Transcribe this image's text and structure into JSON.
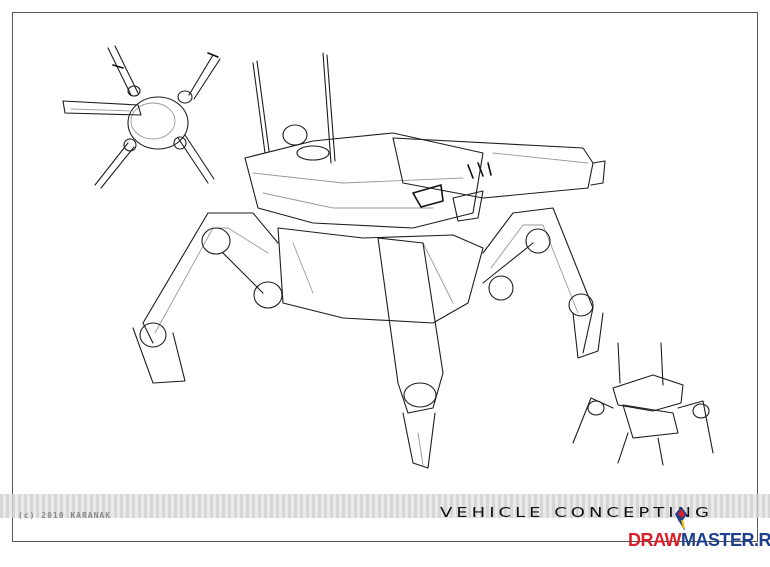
{
  "copyright": "(c) 2010 KARANAK",
  "title": "VEHICLE CONCEPTING",
  "brand": {
    "part1": "DRAW",
    "part2": "MASTER.RU"
  },
  "colors": {
    "brand_red": "#d8202a",
    "brand_blue": "#1d3f8c",
    "ink": "#1e1e1e"
  }
}
